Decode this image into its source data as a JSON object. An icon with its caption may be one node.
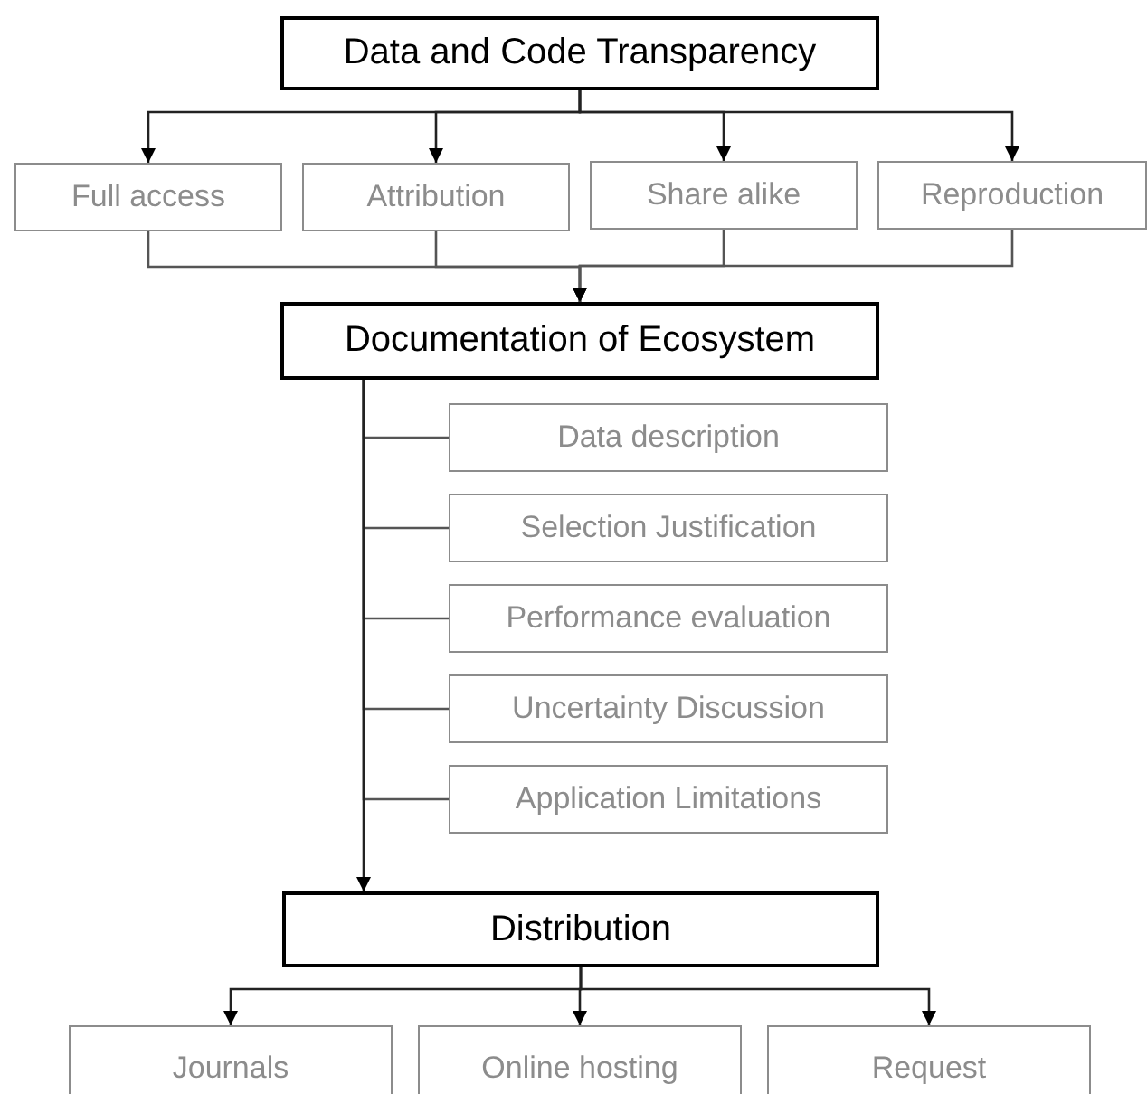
{
  "diagram": {
    "nodes": [
      {
        "text": [
          "Data and Code Transparency"
        ]
      },
      {
        "text": [
          "Full access"
        ]
      },
      {
        "text": [
          "Attribution"
        ]
      },
      {
        "text": [
          "Share alike"
        ]
      },
      {
        "text": [
          "Reproduction"
        ]
      },
      {
        "text": [
          "Documentation of Ecosystem"
        ]
      },
      {
        "text": [
          "Data description"
        ]
      },
      {
        "text": [
          "Selection Justification"
        ]
      },
      {
        "text": [
          "Performance evaluation"
        ]
      },
      {
        "text": [
          "Uncertainty Discussion"
        ]
      },
      {
        "text": [
          "Application Limitations"
        ]
      },
      {
        "text": [
          "Distribution"
        ]
      },
      {
        "text": [
          "Journals"
        ]
      },
      {
        "text": [
          "Online hosting"
        ]
      },
      {
        "text": [
          "Request"
        ]
      }
    ],
    "edges": [
      {
        "from": 0,
        "to": 1,
        "arrow": "to"
      },
      {
        "from": 0,
        "to": 2,
        "arrow": "to"
      },
      {
        "from": 0,
        "to": 3,
        "arrow": "to"
      },
      {
        "from": 0,
        "to": 4,
        "arrow": "to"
      },
      {
        "from": 1,
        "to": 5,
        "arrow": "to"
      },
      {
        "from": 2,
        "to": 5,
        "arrow": "to"
      },
      {
        "from": 3,
        "to": 5,
        "arrow": "to"
      },
      {
        "from": 4,
        "to": 5,
        "arrow": "to"
      },
      {
        "from": 5,
        "to": 6,
        "arrow": "none"
      },
      {
        "from": 5,
        "to": 7,
        "arrow": "none"
      },
      {
        "from": 5,
        "to": 8,
        "arrow": "none"
      },
      {
        "from": 5,
        "to": 9,
        "arrow": "none"
      },
      {
        "from": 5,
        "to": 10,
        "arrow": "none"
      },
      {
        "from": 5,
        "to": 11,
        "arrow": "to"
      },
      {
        "from": 11,
        "to": 12,
        "arrow": "to"
      },
      {
        "from": 11,
        "to": 13,
        "arrow": "to"
      },
      {
        "from": 11,
        "to": 14,
        "arrow": "to"
      }
    ]
  }
}
